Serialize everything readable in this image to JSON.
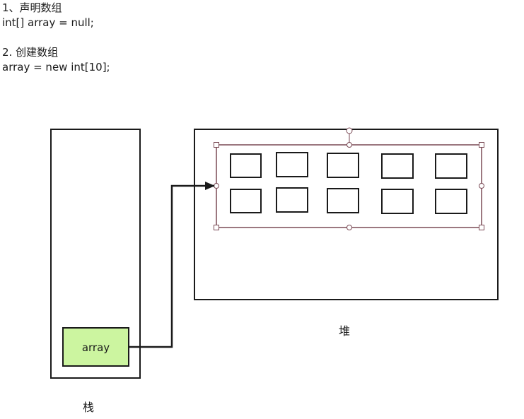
{
  "notes": {
    "step1_title": "1、声明数组",
    "step1_code": "int[] array = null;",
    "step2_title": "2. 创建数组",
    "step2_code": "array = new int[10];"
  },
  "diagram": {
    "stack_label": "栈",
    "heap_label": "堆",
    "variable_label": "array",
    "array_cell_count": 10
  },
  "colors": {
    "outline": "#1a1a1a",
    "variable_fill": "#ccf5a0",
    "selection_frame": "#7a4a55",
    "handle_stroke": "#7a4a55"
  }
}
